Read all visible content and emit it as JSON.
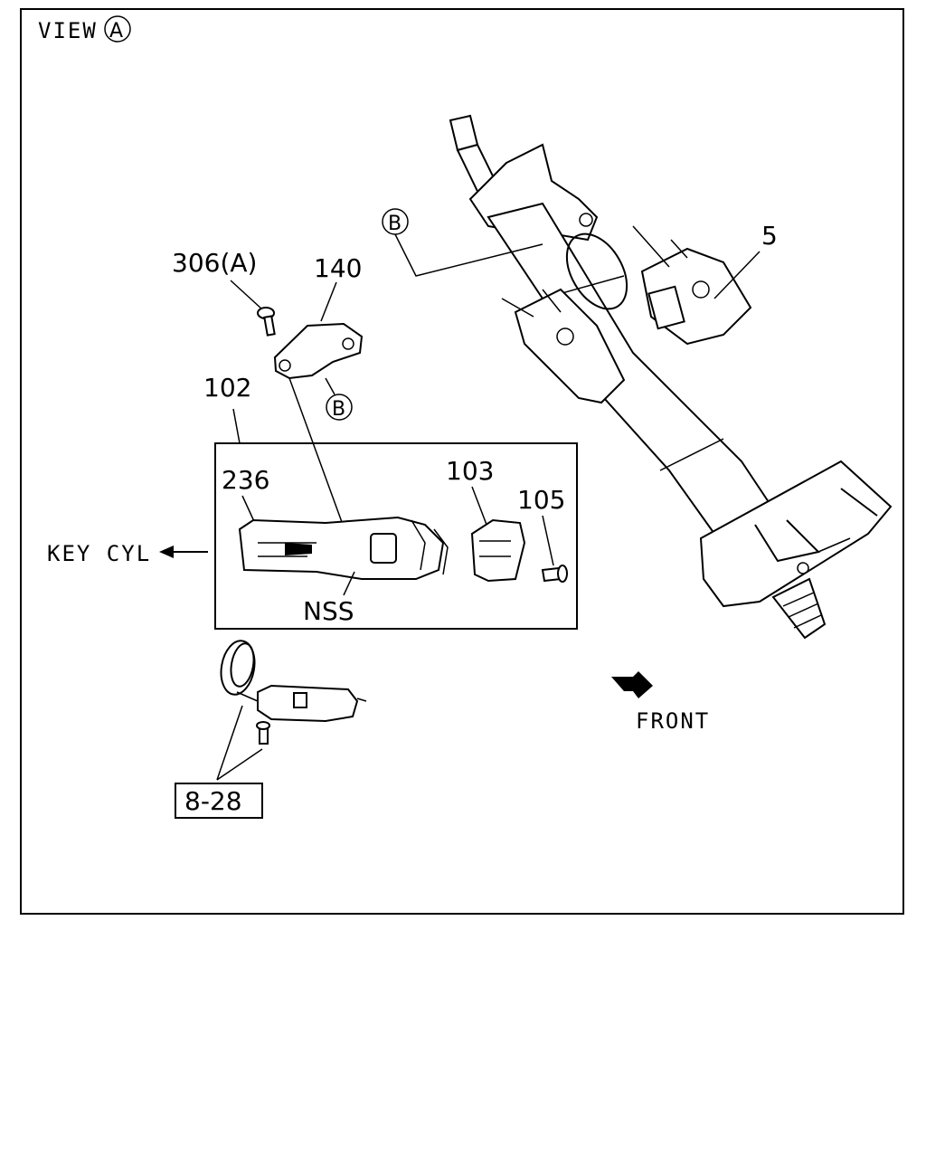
{
  "view_label": "VIEW",
  "view_marker": "A",
  "callouts": {
    "p5": "5",
    "p306a": "306(A)",
    "p140": "140",
    "p102": "102",
    "p236": "236",
    "p103": "103",
    "p105": "105",
    "nss": "NSS",
    "ref": "8-28"
  },
  "markers": {
    "b_top": "B",
    "b_bracket": "B"
  },
  "direction_labels": {
    "key_cyl": "KEY CYL",
    "front": "FRONT"
  }
}
